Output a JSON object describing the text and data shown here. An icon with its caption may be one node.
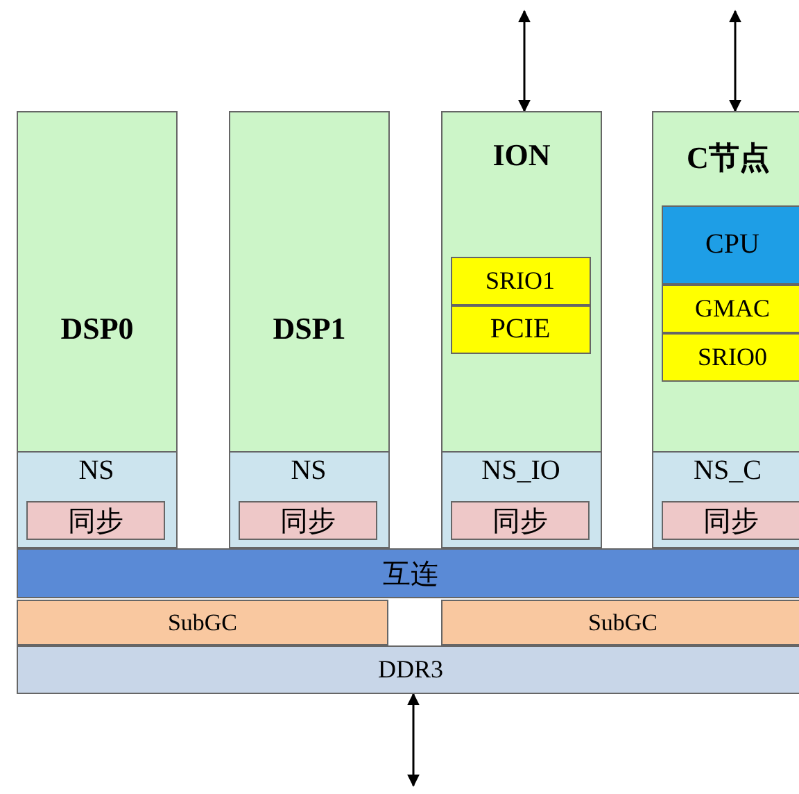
{
  "diagram": {
    "nodes": [
      {
        "text": [
          "DSP0"
        ]
      },
      {
        "text": [
          "NS"
        ],
        "in": 0
      },
      {
        "text": [
          "同步"
        ],
        "in": 1
      },
      {
        "text": [
          "DSP1"
        ]
      },
      {
        "text": [
          "NS"
        ],
        "in": 3
      },
      {
        "text": [
          "同步"
        ],
        "in": 4
      },
      {
        "text": [
          "ION"
        ]
      },
      {
        "text": [
          "SRIO1"
        ],
        "in": 6
      },
      {
        "text": [
          "PCIE"
        ],
        "in": 6
      },
      {
        "text": [
          "NS_IO"
        ],
        "in": 6
      },
      {
        "text": [
          "同步"
        ],
        "in": 9
      },
      {
        "text": [
          "C节点"
        ]
      },
      {
        "text": [
          "CPU"
        ],
        "in": 11
      },
      {
        "text": [
          "GMAC"
        ],
        "in": 11
      },
      {
        "text": [
          "SRIO0"
        ],
        "in": 11
      },
      {
        "text": [
          "NS_C"
        ],
        "in": 11
      },
      {
        "text": [
          "同步"
        ],
        "in": 15
      },
      {
        "text": [
          "互连"
        ]
      },
      {
        "text": [
          "SubGC"
        ]
      },
      {
        "text": [
          "SubGC"
        ]
      },
      {
        "text": [
          "DDR3"
        ]
      }
    ],
    "edges": [
      {
        "from": null,
        "to": 6,
        "arrow": "both"
      },
      {
        "from": null,
        "to": 11,
        "arrow": "both"
      },
      {
        "from": 20,
        "to": null,
        "arrow": "both"
      }
    ]
  }
}
